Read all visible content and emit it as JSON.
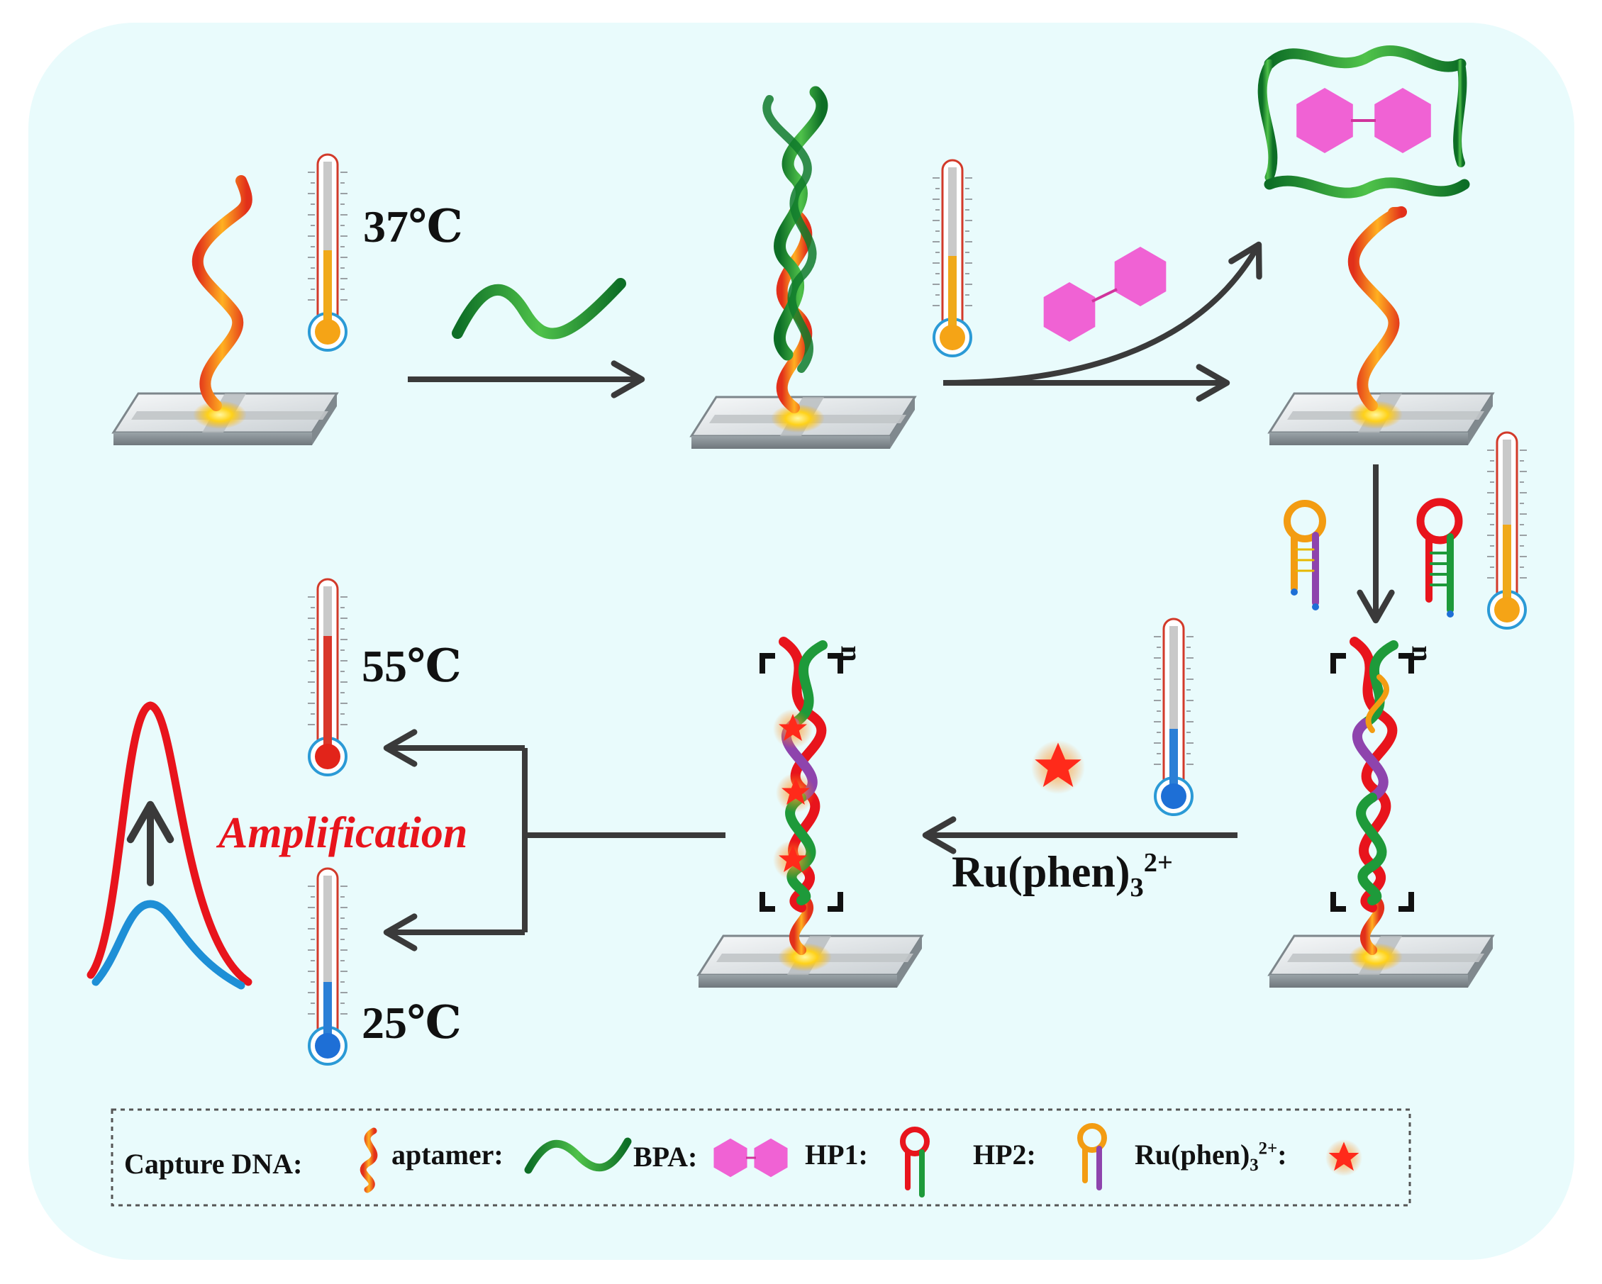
{
  "colors": {
    "panel_bg": "#e9fbfc",
    "capture_dna": "#f0821a",
    "capture_dna_dark": "#e2301a",
    "aptamer": "#1e9a3a",
    "bpa": "#f062d4",
    "hp1": "#e8141c",
    "hp2": "#f39c12",
    "hp_stem_purple": "#8e44ad",
    "hp_stem_green": "#1e9a3a",
    "ru_star": "#ff2a1a",
    "arrow": "#3a3a3a",
    "curve_high": "#e8141c",
    "curve_low": "#1e8fd6",
    "amplification_text": "#e8141c"
  },
  "labels": {
    "temp_37": "37℃",
    "temp_55": "55℃",
    "temp_25": "25℃",
    "ru_prefix": "Ru(phen)",
    "ru_sub": "3",
    "ru_sup": "2+",
    "amplification": "Amplification",
    "n_index": "n"
  },
  "legend": {
    "capture_dna": "Capture DNA:",
    "aptamer": "aptamer:",
    "bpa": "BPA:",
    "hp1": "HP1:",
    "hp2": "HP2:",
    "ru_prefix": "Ru(phen)",
    "ru_sub": "3",
    "ru_sup": "2+",
    "ru_colon": ":"
  },
  "icons": {
    "thermometer": "thermometer-icon",
    "electrode": "electrode-chip-icon",
    "hairpin": "hairpin-dna-icon",
    "star": "star-icon",
    "hexagon_pair": "bpa-molecule-icon"
  }
}
